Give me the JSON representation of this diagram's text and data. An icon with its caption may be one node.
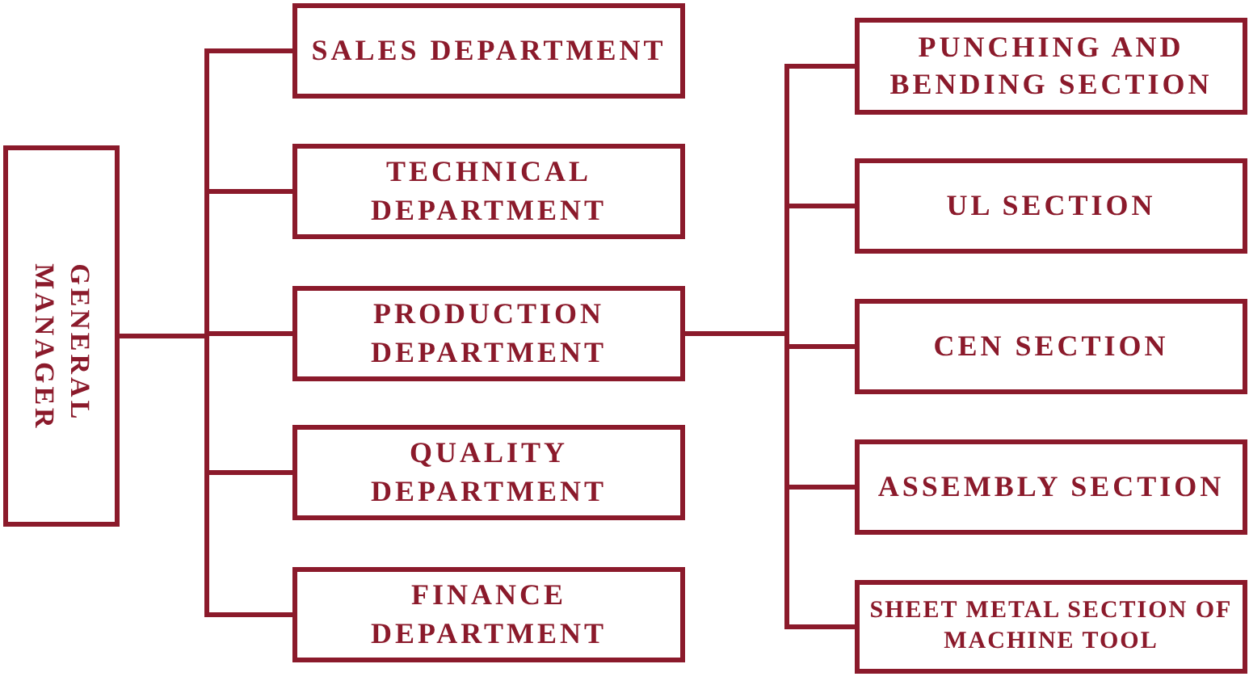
{
  "diagram": {
    "nodes": [
      {
        "text": [
          "GENERAL MANAGER"
        ]
      },
      {
        "text": [
          "SALES DEPARTMENT"
        ]
      },
      {
        "text": [
          "TECHNICAL DEPARTMENT"
        ]
      },
      {
        "text": [
          "PRODUCTION DEPARTMENT"
        ]
      },
      {
        "text": [
          "QUALITY DEPARTMENT"
        ]
      },
      {
        "text": [
          "FINANCE DEPARTMENT"
        ]
      },
      {
        "text": [
          "PUNCHING AND BENDING SECTION"
        ]
      },
      {
        "text": [
          "UL SECTION"
        ]
      },
      {
        "text": [
          "CEN SECTION"
        ]
      },
      {
        "text": [
          "ASSEMBLY SECTION"
        ]
      },
      {
        "text": [
          "SHEET METAL SECTION OF MACHINE TOOL"
        ]
      }
    ],
    "edges": [
      {
        "from": 0,
        "to": 1,
        "arrow": "none"
      },
      {
        "from": 0,
        "to": 2,
        "arrow": "none"
      },
      {
        "from": 0,
        "to": 3,
        "arrow": "none"
      },
      {
        "from": 0,
        "to": 4,
        "arrow": "none"
      },
      {
        "from": 0,
        "to": 5,
        "arrow": "none"
      },
      {
        "from": 3,
        "to": 6,
        "arrow": "none"
      },
      {
        "from": 3,
        "to": 7,
        "arrow": "none"
      },
      {
        "from": 3,
        "to": 8,
        "arrow": "none"
      },
      {
        "from": 3,
        "to": 9,
        "arrow": "none"
      },
      {
        "from": 3,
        "to": 10,
        "arrow": "none"
      }
    ]
  }
}
